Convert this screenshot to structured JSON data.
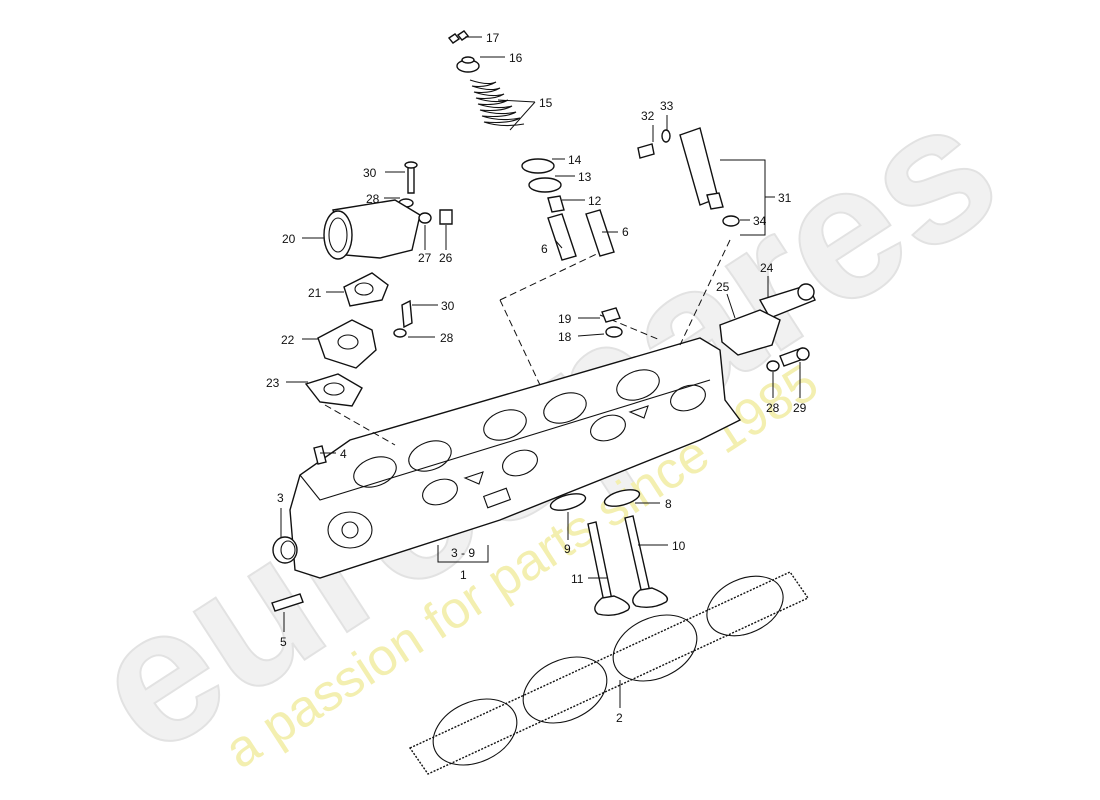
{
  "watermark": {
    "brand": "eurospares",
    "tagline": "a passion for parts since 1985"
  },
  "callouts": [
    {
      "id": "c17",
      "text": "17"
    },
    {
      "id": "c16",
      "text": "16"
    },
    {
      "id": "c15",
      "text": "15"
    },
    {
      "id": "c14",
      "text": "14"
    },
    {
      "id": "c13",
      "text": "13"
    },
    {
      "id": "c12",
      "text": "12"
    },
    {
      "id": "c6a",
      "text": "6"
    },
    {
      "id": "c6b",
      "text": "6"
    },
    {
      "id": "c30a",
      "text": "30"
    },
    {
      "id": "c28a",
      "text": "28"
    },
    {
      "id": "c20",
      "text": "20"
    },
    {
      "id": "c27",
      "text": "27"
    },
    {
      "id": "c26",
      "text": "26"
    },
    {
      "id": "c21",
      "text": "21"
    },
    {
      "id": "c30b",
      "text": "30"
    },
    {
      "id": "c22",
      "text": "22"
    },
    {
      "id": "c28b",
      "text": "28"
    },
    {
      "id": "c23",
      "text": "23"
    },
    {
      "id": "c32",
      "text": "32"
    },
    {
      "id": "c33",
      "text": "33"
    },
    {
      "id": "c31",
      "text": "31"
    },
    {
      "id": "c34",
      "text": "34"
    },
    {
      "id": "c24",
      "text": "24"
    },
    {
      "id": "c25",
      "text": "25"
    },
    {
      "id": "c19",
      "text": "19"
    },
    {
      "id": "c18",
      "text": "18"
    },
    {
      "id": "c28c",
      "text": "28"
    },
    {
      "id": "c29",
      "text": "29"
    },
    {
      "id": "c4",
      "text": "4"
    },
    {
      "id": "c3",
      "text": "3"
    },
    {
      "id": "c39",
      "text": "3 - 9"
    },
    {
      "id": "c1",
      "text": "1"
    },
    {
      "id": "c5",
      "text": "5"
    },
    {
      "id": "c8",
      "text": "8"
    },
    {
      "id": "c9",
      "text": "9"
    },
    {
      "id": "c10",
      "text": "10"
    },
    {
      "id": "c11",
      "text": "11"
    },
    {
      "id": "c2",
      "text": "2"
    }
  ]
}
